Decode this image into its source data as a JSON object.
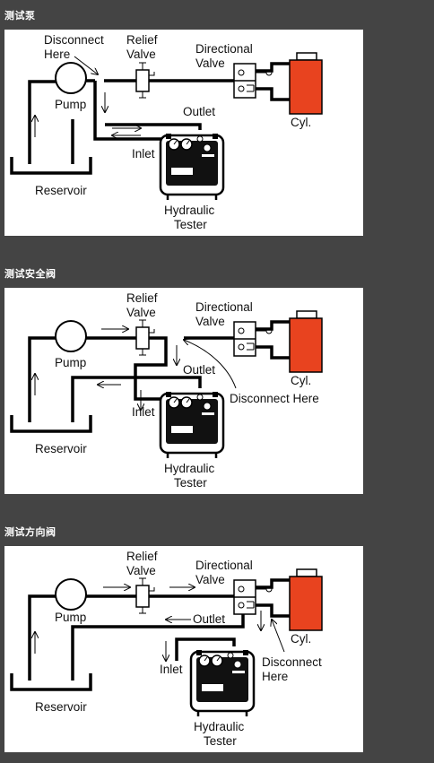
{
  "sections": [
    {
      "heading": "测试泵",
      "labels": {
        "disconnect_line1": "Disconnect",
        "disconnect_line2": "Here",
        "relief_line1": "Relief",
        "relief_line2": "Valve",
        "directional_line1": "Directional",
        "directional_line2": "Valve",
        "pump": "Pump",
        "outlet": "Outlet",
        "inlet": "Inlet",
        "cyl": "Cyl.",
        "reservoir": "Reservoir",
        "tester_line1": "Hydraulic",
        "tester_line2": "Tester"
      }
    },
    {
      "heading": "测试安全阀",
      "labels": {
        "relief_line1": "Relief",
        "relief_line2": "Valve",
        "directional_line1": "Directional",
        "directional_line2": "Valve",
        "pump": "Pump",
        "outlet": "Outlet",
        "inlet": "Inlet",
        "cyl": "Cyl.",
        "disconnect": "Disconnect Here",
        "reservoir": "Reservoir",
        "tester_line1": "Hydraulic",
        "tester_line2": "Tester"
      }
    },
    {
      "heading": "测试方向阀",
      "labels": {
        "relief_line1": "Relief",
        "relief_line2": "Valve",
        "directional_line1": "Directional",
        "directional_line2": "Valve",
        "pump": "Pump",
        "outlet": "Outlet",
        "inlet": "Inlet",
        "cyl": "Cyl.",
        "disconnect_line1": "Disconnect",
        "disconnect_line2": "Here",
        "reservoir": "Reservoir",
        "tester_line1": "Hydraulic",
        "tester_line2": "Tester"
      }
    }
  ],
  "colors": {
    "cylinder": "#e8431f",
    "background": "#444444",
    "panel": "#ffffff"
  }
}
